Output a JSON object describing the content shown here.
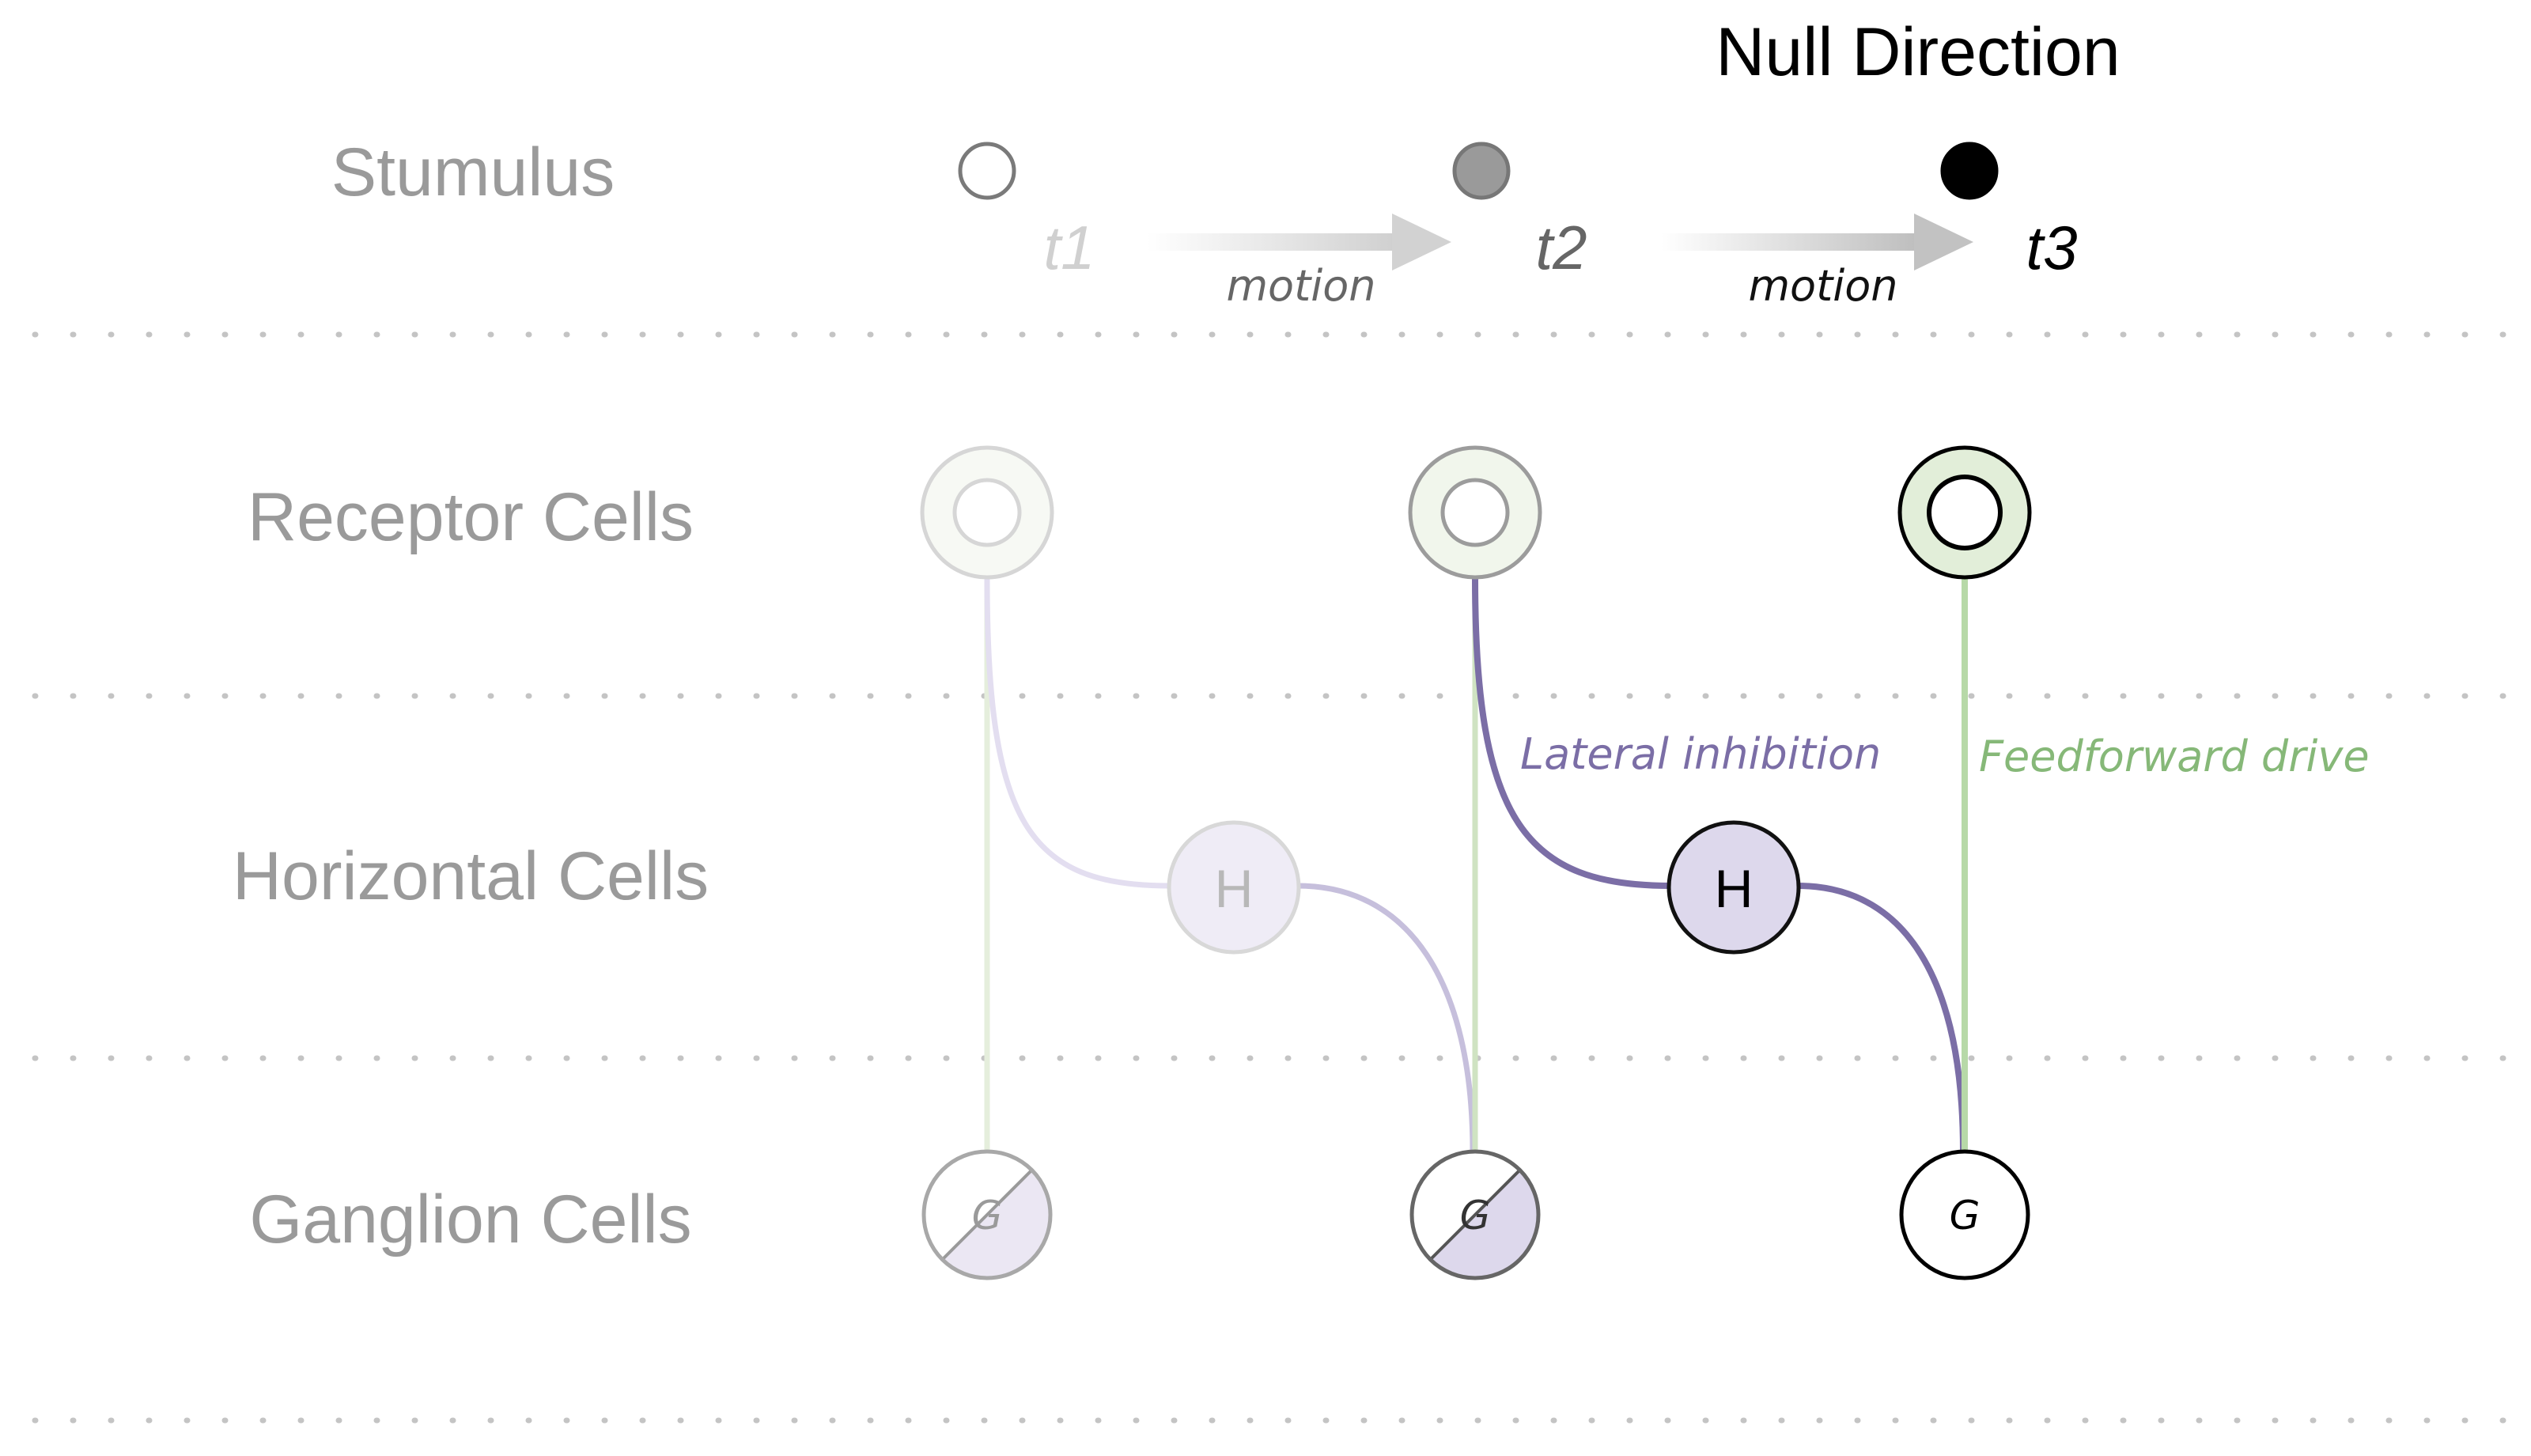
{
  "title": "Null Direction",
  "rows": {
    "stimulus": "Stumulus",
    "receptor": "Receptor Cells",
    "horizontal": "Horizontal Cells",
    "ganglion": "Ganglion Cells"
  },
  "time_labels": [
    "t1",
    "t2",
    "t3"
  ],
  "motion_labels": [
    "motion",
    "motion"
  ],
  "annotations": {
    "lateral": "Lateral inhibition",
    "feedforward": "Feedforward drive"
  },
  "cell_letters": {
    "horizontal": "H",
    "ganglion": "G"
  },
  "colors": {
    "purple": "#7b6ea6",
    "light_purple": "#ddd8ec",
    "green": "#a8d098",
    "receptor_fill": "#e2eed9",
    "stimulus_dot": "#000000"
  }
}
